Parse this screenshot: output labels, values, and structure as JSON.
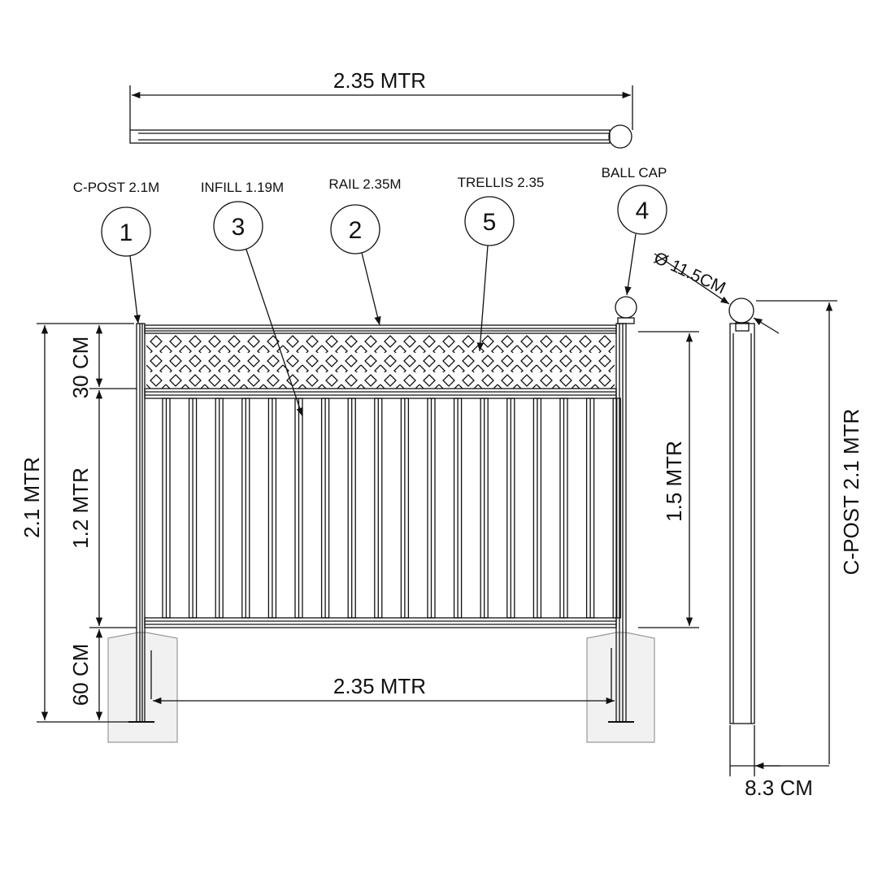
{
  "top_rail": {
    "length": "2.35 MTR"
  },
  "callouts": [
    {
      "number": "1",
      "label": "C-POST 2.1M"
    },
    {
      "number": "3",
      "label": "INFILL 1.19M"
    },
    {
      "number": "2",
      "label": "RAIL 2.35M"
    },
    {
      "number": "5",
      "label": "TRELLIS 2.35"
    },
    {
      "number": "4",
      "label": "BALL CAP"
    }
  ],
  "dimensions": {
    "total_height": "2.1 MTR",
    "trellis_height": "30 CM",
    "infill_height": "1.2 MTR",
    "footing_depth": "60 CM",
    "panel_width": "2.35 MTR",
    "above_ground": "1.5 MTR",
    "ball_diameter": "Ø 11.5CM",
    "post_length": "C-POST 2.1 MTR",
    "post_width": "8.3 CM"
  }
}
